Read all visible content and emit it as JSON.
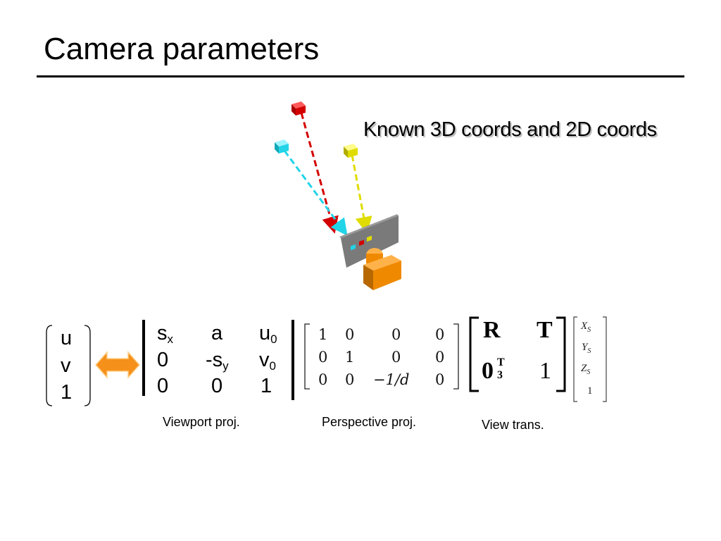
{
  "slide": {
    "title": "Camera parameters",
    "annotation": "Known 3D coords and 2D coords"
  },
  "illustration": {
    "cube_colors": {
      "red": "#d40000",
      "cyan": "#22d4e8",
      "yellow": "#e0dc00",
      "camera": "#ef8a00"
    }
  },
  "equation": {
    "uv_vector": [
      "u",
      "v",
      "1"
    ],
    "viewport": {
      "rows": [
        [
          {
            "t": "s",
            "sub": "x"
          },
          {
            "t": "a",
            "sub": ""
          },
          {
            "t": "u",
            "sub": "0"
          }
        ],
        [
          {
            "t": "0",
            "sub": ""
          },
          {
            "t": "-s",
            "sub": "y"
          },
          {
            "t": "v",
            "sub": "0"
          }
        ],
        [
          {
            "t": "0",
            "sub": ""
          },
          {
            "t": "0",
            "sub": ""
          },
          {
            "t": "1",
            "sub": ""
          }
        ]
      ],
      "caption": "Viewport proj."
    },
    "perspective": {
      "rows": [
        [
          "1",
          "0",
          "0",
          "0"
        ],
        [
          "0",
          "1",
          "0",
          "0"
        ],
        [
          "0",
          "0",
          "−1/d",
          "0"
        ]
      ],
      "caption": "Perspective proj."
    },
    "view": {
      "R": "R",
      "T": "T",
      "zero": "0",
      "zero_sup": "T",
      "zero_sub": "3",
      "one": "1",
      "caption": "View trans."
    },
    "world_point": [
      {
        "t": "X",
        "sub": "S"
      },
      {
        "t": "Y",
        "sub": "S"
      },
      {
        "t": "Z",
        "sub": "S"
      },
      {
        "t": "1",
        "sub": ""
      }
    ]
  }
}
